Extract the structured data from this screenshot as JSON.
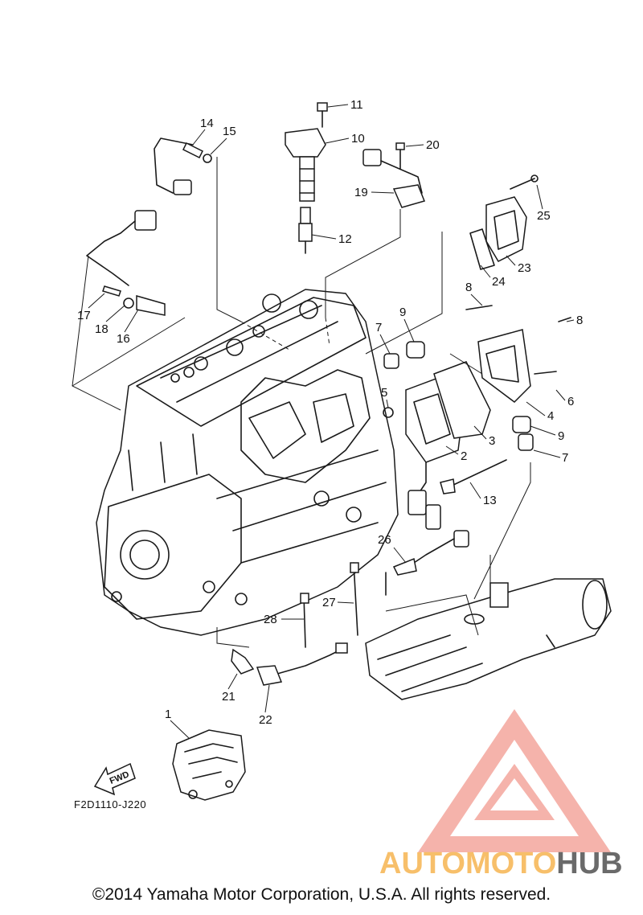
{
  "diagram": {
    "callouts": [
      "1",
      "2",
      "3",
      "4",
      "5",
      "6",
      "7",
      "7",
      "8",
      "8",
      "9",
      "9",
      "10",
      "11",
      "12",
      "13",
      "14",
      "15",
      "16",
      "17",
      "18",
      "19",
      "20",
      "21",
      "22",
      "23",
      "24",
      "25",
      "26",
      "27",
      "28"
    ],
    "figure_code": "F2D1110-J220",
    "fwd_label": "FWD",
    "copyright": "©2014 Yamaha Motor Corporation, U.S.A. All rights reserved."
  },
  "watermark": {
    "text_part1": "AUTOMOTO",
    "text_part2": "HUB",
    "color_primary": "#f08a80",
    "color_secondary": "#f7c46a",
    "color_tertiary": "#5a5a5a"
  }
}
